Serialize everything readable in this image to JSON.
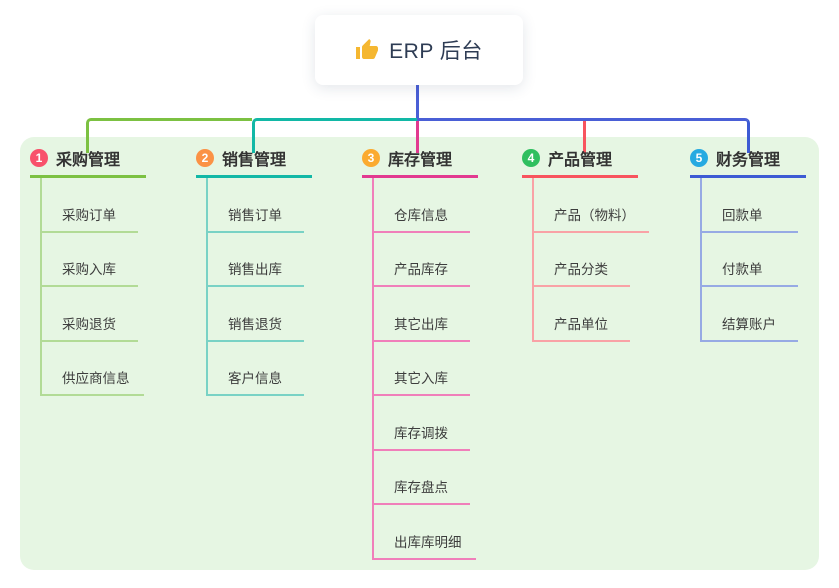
{
  "root": {
    "title": "ERP 后台",
    "icon": "thumbs-up-icon",
    "icon_color": "#f5b731"
  },
  "connector": {
    "stem_color": "#4a5fd6"
  },
  "panel_color": "#e6f6e3",
  "branches": [
    {
      "badge": "1",
      "label": "采购管理",
      "badge_color": "#f8516b",
      "line_color": "#7cc142",
      "child_line_color": "#b2db96",
      "children": [
        "采购订单",
        "采购入库",
        "采购退货",
        "供应商信息"
      ]
    },
    {
      "badge": "2",
      "label": "销售管理",
      "badge_color": "#fb9245",
      "line_color": "#12b8a6",
      "child_line_color": "#79d2c5",
      "children": [
        "销售订单",
        "销售出库",
        "销售退货",
        "客户信息"
      ]
    },
    {
      "badge": "3",
      "label": "库存管理",
      "badge_color": "#fbab30",
      "line_color": "#e23a90",
      "child_line_color": "#f07fba",
      "children": [
        "仓库信息",
        "产品库存",
        "其它出库",
        "其它入库",
        "库存调拨",
        "库存盘点",
        "出库库明细"
      ]
    },
    {
      "badge": "4",
      "label": "产品管理",
      "badge_color": "#2fbf5f",
      "line_color": "#f8545e",
      "child_line_color": "#f9a2a6",
      "children": [
        "产品（物料）",
        "产品分类",
        "产品单位"
      ]
    },
    {
      "badge": "5",
      "label": "财务管理",
      "badge_color": "#27aae1",
      "line_color": "#3d5bd4",
      "child_line_color": "#97aae4",
      "children": [
        "回款单",
        "付款单",
        "结算账户"
      ]
    }
  ]
}
